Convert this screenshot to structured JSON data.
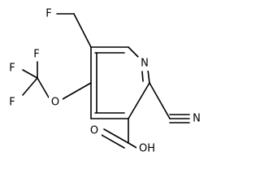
{
  "structure": {
    "atoms": {
      "fluoromethyl_f": "F",
      "ring_n": "N",
      "nitrile_n": "N",
      "ocf3_o": "O",
      "cf3_f_top": "F",
      "cf3_f_mid": "F",
      "cf3_f_bot": "F",
      "acid_oh": "OH",
      "acid_o": "O"
    }
  }
}
